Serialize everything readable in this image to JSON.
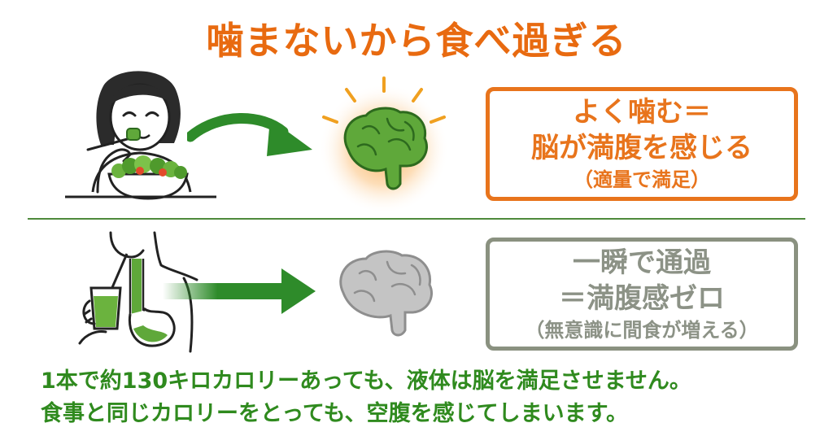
{
  "title": "噛まないから食べ過ぎる",
  "top_callout": {
    "line1": "よく噛む＝",
    "line2": "脳が満腹を感じる",
    "line3": "（適量で満足）"
  },
  "bottom_callout": {
    "line1": "一瞬で通過",
    "line2": "＝満腹感ゼロ",
    "line3": "（無意識に間食が増える）"
  },
  "caption": {
    "line1": "1本で約130キロカロリーあっても、液体は脳を満足させません。",
    "line2": "食事と同じカロリーをとっても、空腹を感じてしまいます。"
  },
  "colors": {
    "title": "#E86A10",
    "orange": "#E8741C",
    "gray_box": "#8A9180",
    "gray_text": "#8C9286",
    "caption": "#2F8A1E",
    "arrow_green": "#2E8B2A",
    "divider": "#4E8A3C",
    "brain_gray": "#B8B8B8"
  },
  "icons": {
    "top_left": "woman-eating-salad-icon",
    "top_middle": "glowing-brain-icon",
    "bottom_left": "drinking-juice-stomach-icon",
    "bottom_middle": "gray-brain-icon"
  }
}
